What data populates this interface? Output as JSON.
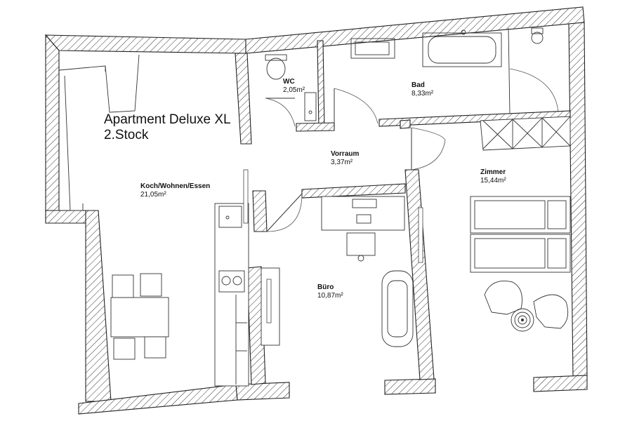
{
  "plan": {
    "title_line1": "Apartment Deluxe XL",
    "title_line2": "2.Stock"
  },
  "rooms": [
    {
      "key": "wc",
      "name": "WC",
      "area": "2,05m²"
    },
    {
      "key": "bad",
      "name": "Bad",
      "area": "8,33m²"
    },
    {
      "key": "vorraum",
      "name": "Vorraum",
      "area": "3,37m²"
    },
    {
      "key": "zimmer",
      "name": "Zimmer",
      "area": "15,44m²"
    },
    {
      "key": "koch",
      "name": "Koch/Wohnen/Essen",
      "area": "21,05m²"
    },
    {
      "key": "buero",
      "name": "Büro",
      "area": "10,87m²"
    }
  ],
  "colors": {
    "wall_outline": "#222222",
    "hatch": "#333333",
    "background": "#ffffff"
  }
}
